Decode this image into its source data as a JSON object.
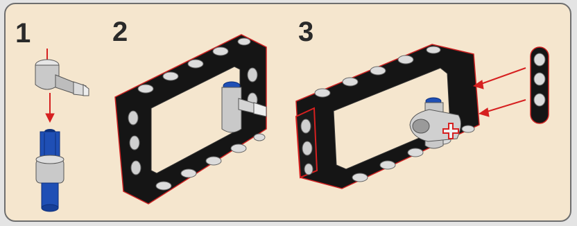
{
  "steps": [
    {
      "number": "1",
      "parts": [
        "angle-connector",
        "blue-axle-pin"
      ]
    },
    {
      "number": "2",
      "parts": [
        "beam-frame",
        "angle-connector"
      ]
    },
    {
      "number": "3",
      "parts": [
        "beam-frame",
        "double-cross-block",
        "thin-beam"
      ]
    }
  ],
  "colors": {
    "background": "#f5e6ce",
    "frame_black": "#151515",
    "part_gray": "#c9c9c9",
    "pin_blue": "#1f4fb5",
    "arrow_red": "#d62020"
  }
}
